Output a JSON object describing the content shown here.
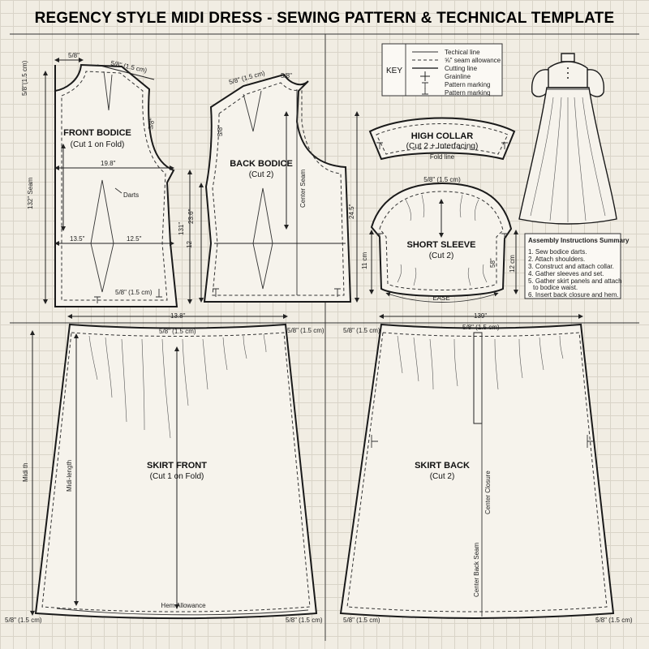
{
  "title": "REGENCY STYLE MIDI DRESS - SEWING PATTERN & TECHNICAL TEMPLATE",
  "key": {
    "heading": "KEY",
    "items": [
      "Techical line",
      "⅝\" seam allowance",
      "Cutting line",
      "Grainline",
      "Pattern marking",
      "Pattern marking"
    ]
  },
  "front_bodice": {
    "name": "FRONT BODICE",
    "cut": "(Cut 1 on Fold)",
    "labels": {
      "top_58": "5/8\"",
      "shoulder_sa": "5/8\" (1.5 cm)",
      "neck_sa": "5/8\"(1.5 cm)",
      "armhole": "5/8\"",
      "width": "19.8\"",
      "darts": "Darts",
      "seam": "132\" Seam",
      "left_135": "13.5\"",
      "right_125": "12.5\"",
      "hem_sa": "5/8\" (1.5 cm)",
      "side_131": "131\"",
      "side_12": "12"
    }
  },
  "back_bodice": {
    "name": "BACK BODICE",
    "cut": "(Cut 2)",
    "labels": {
      "shoulder_sa": "5/8\" (1.5 cm)",
      "neck_58": "5/8\"",
      "arm_58": "5/8\"",
      "side_236": "23.6\"",
      "center_seam": "Center Seam",
      "right_245": "24.5\""
    }
  },
  "high_collar": {
    "name": "HIGH COLLAR",
    "cut": "(Cut 2 + Interfacing)",
    "fold": "Fold line"
  },
  "short_sleeve": {
    "name": "SHORT SLEEVE",
    "cut": "(Cut 2)",
    "labels": {
      "top_sa": "5/8\" (1.5 cm)",
      "left_dim": "11 cm",
      "right_dim": "58\"",
      "far_right": "12 cm",
      "ease": "EASE"
    }
  },
  "assembly": {
    "heading": "Assembly Instructions Summary",
    "steps": [
      "1. Sew bodice darts.",
      "2. Attach shoulders.",
      "3. Construct and attach collar.",
      "4. Gather sleeves and set.",
      "5. Gather skirt panels and attach",
      "to bodice waist.",
      "6. Insert back closure and hem."
    ]
  },
  "skirt_front": {
    "name": "SKIRT FRONT",
    "cut": "(Cut 1 on Fold)",
    "labels": {
      "width": "13.8\"",
      "waist_sa": "5/8\" (1.5 cm)",
      "right_sa": "5/8\" (1.5 cm)",
      "midi_th": "Midi th",
      "midi_length": "Midi-length",
      "hem_allowance": "Hem Allowance",
      "bl_sa": "5/8\" (1.5 cm)",
      "br_sa": "5/8\" (1.5 cm)"
    }
  },
  "skirt_back": {
    "name": "SKIRT BACK",
    "cut": "(Cut 2)",
    "labels": {
      "width": "139\"",
      "waist_sa": "5/8\" (1.5 cm)",
      "left_sa": "5/8\" (1.5 cm)",
      "center_closure": "Center Closure",
      "center_back_seam": "Center Back Seam",
      "bl_sa": "5/8\" (1.5 cm)",
      "br_sa": "5/8\" (1.5 cm)"
    }
  }
}
